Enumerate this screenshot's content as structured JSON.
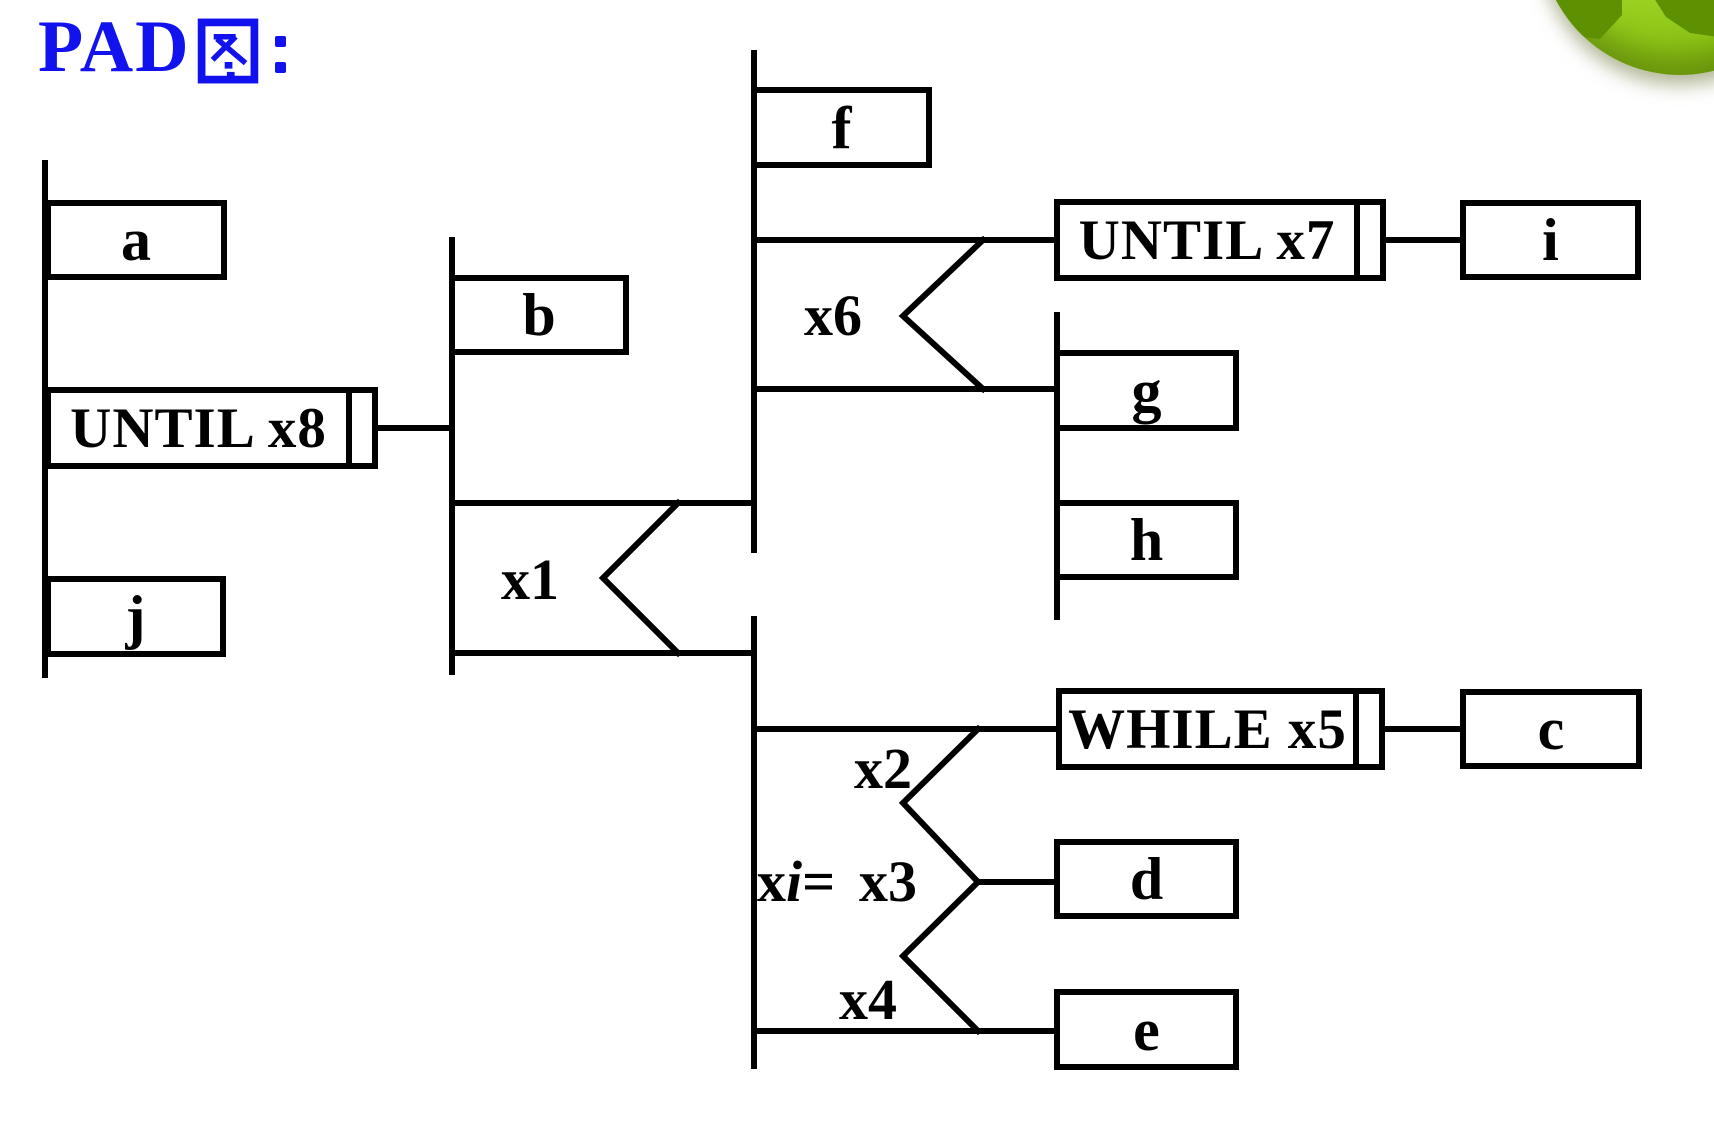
{
  "title": {
    "full": "PAD图：",
    "latin": "PAD",
    "cjk": "图",
    "colon": "："
  },
  "colors": {
    "title_blue": "#1212ee",
    "line_black": "#000000",
    "ball_green": "#8fc81c",
    "ball_dark_green": "#5d9102"
  },
  "boxes": {
    "a": "a",
    "b": "b",
    "c": "c",
    "d": "d",
    "e": "e",
    "f": "f",
    "g": "g",
    "h": "h",
    "i": "i",
    "j": "j"
  },
  "loops": {
    "until_x8": "UNTIL x8",
    "until_x7": "UNTIL x7",
    "while_x5": "WHILE x5"
  },
  "conditions": {
    "x1": "x1",
    "x2": "x2",
    "x3": "x3",
    "x4": "x4",
    "x6": "x6",
    "xi": {
      "prefix": "x",
      "var": "i",
      "suffix": "="
    }
  }
}
